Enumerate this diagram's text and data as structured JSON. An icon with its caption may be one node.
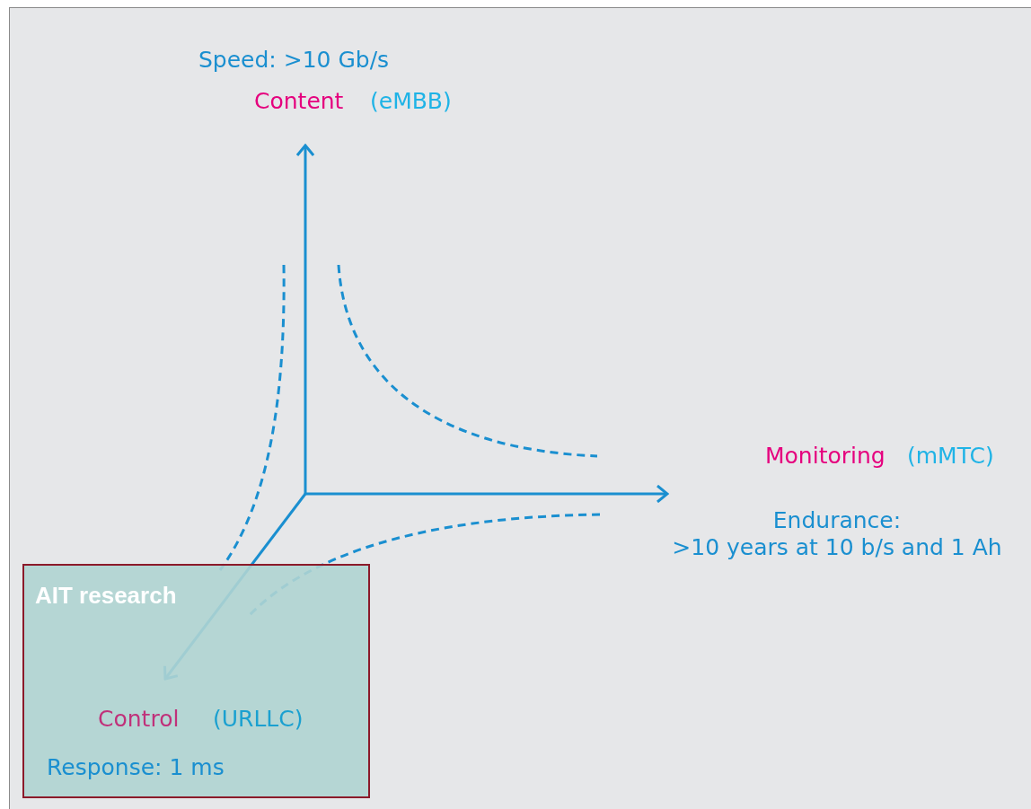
{
  "diagram": {
    "nodes": [
      {
        "text": [
          "AIT research",
          "Control",
          "(URLLC)",
          "Response: 1 ms"
        ]
      }
    ],
    "labels": [
      "Speed: >10 Gb/s",
      "Content",
      "(eMBB)",
      "Monitoring",
      "(mMTC)",
      "Endurance: >10 years at 10 b/s and 1 Ah"
    ]
  }
}
